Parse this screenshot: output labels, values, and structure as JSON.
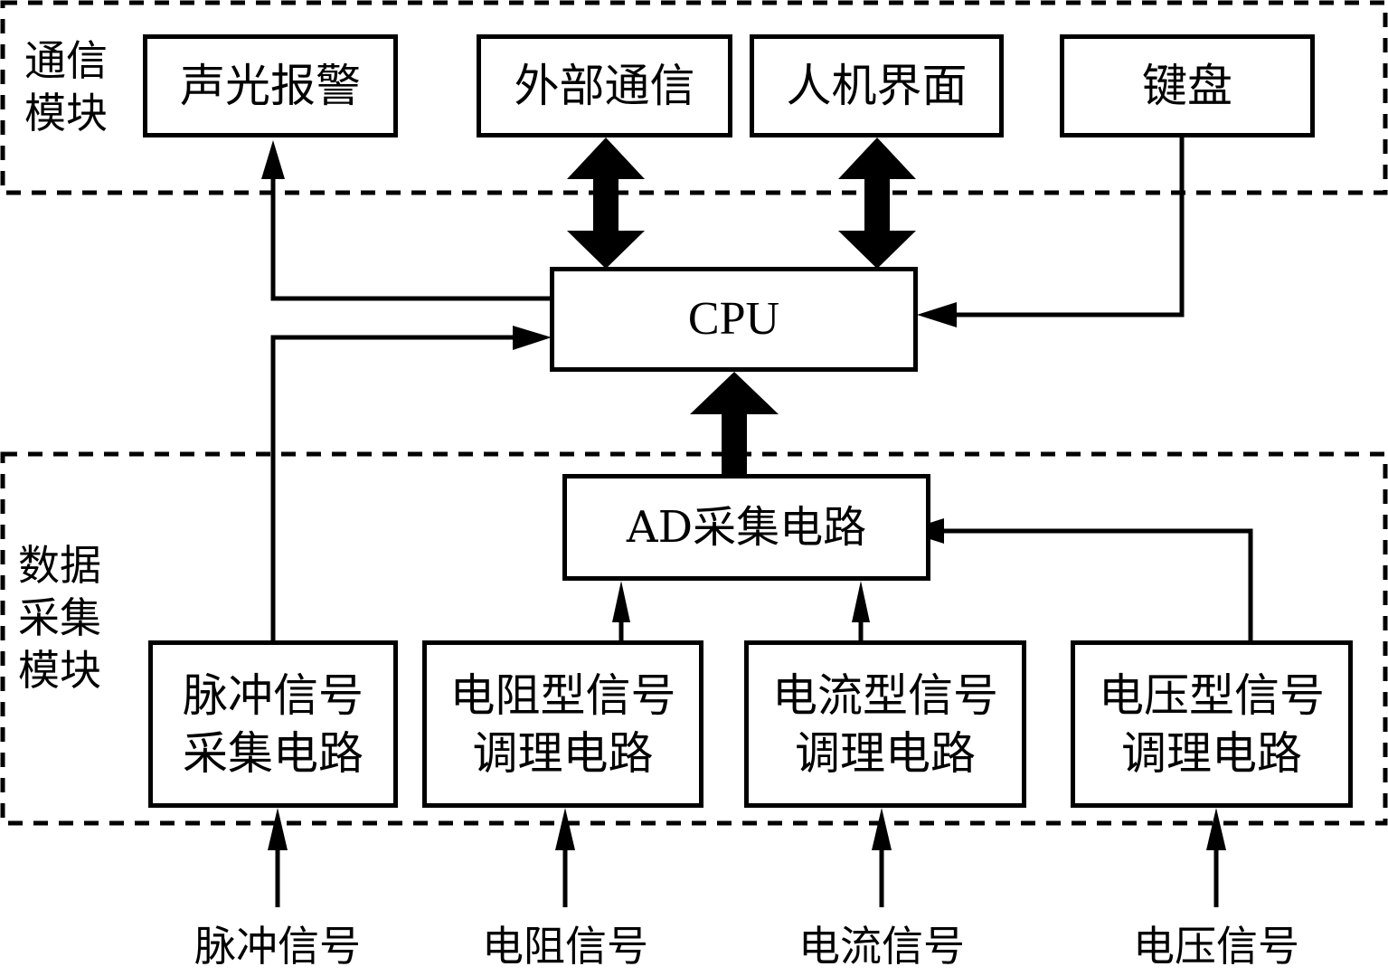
{
  "modules": {
    "communication": {
      "label": "通信\n模块"
    },
    "acquisition": {
      "label": "数据\n采集\n模块"
    }
  },
  "blocks": {
    "alarm": "声光报警",
    "external_comm": "外部通信",
    "hmi": "人机界面",
    "keyboard": "键盘",
    "cpu": "CPU",
    "ad": "AD采集电路",
    "pulse_circuit": "脉冲信号\n采集电路",
    "resistance_circuit": "电阻型信号\n调理电路",
    "current_circuit": "电流型信号\n调理电路",
    "voltage_circuit": "电压型信号\n调理电路"
  },
  "inputs": {
    "pulse": "脉冲信号",
    "resistance": "电阻信号",
    "current": "电流信号",
    "voltage": "电压信号"
  },
  "connections": [
    {
      "from": "cpu",
      "to": "alarm",
      "type": "single"
    },
    {
      "from": "cpu",
      "to": "external_comm",
      "type": "bidirectional-bus"
    },
    {
      "from": "cpu",
      "to": "hmi",
      "type": "bidirectional-bus"
    },
    {
      "from": "keyboard",
      "to": "cpu",
      "type": "single"
    },
    {
      "from": "pulse_circuit",
      "to": "cpu",
      "type": "single"
    },
    {
      "from": "ad",
      "to": "cpu",
      "type": "bus"
    },
    {
      "from": "resistance_circuit",
      "to": "ad",
      "type": "single"
    },
    {
      "from": "current_circuit",
      "to": "ad",
      "type": "single"
    },
    {
      "from": "voltage_circuit",
      "to": "ad",
      "type": "single"
    },
    {
      "from": "pulse",
      "to": "pulse_circuit",
      "type": "single"
    },
    {
      "from": "resistance",
      "to": "resistance_circuit",
      "type": "single"
    },
    {
      "from": "current",
      "to": "current_circuit",
      "type": "single"
    },
    {
      "from": "voltage",
      "to": "voltage_circuit",
      "type": "single"
    }
  ]
}
